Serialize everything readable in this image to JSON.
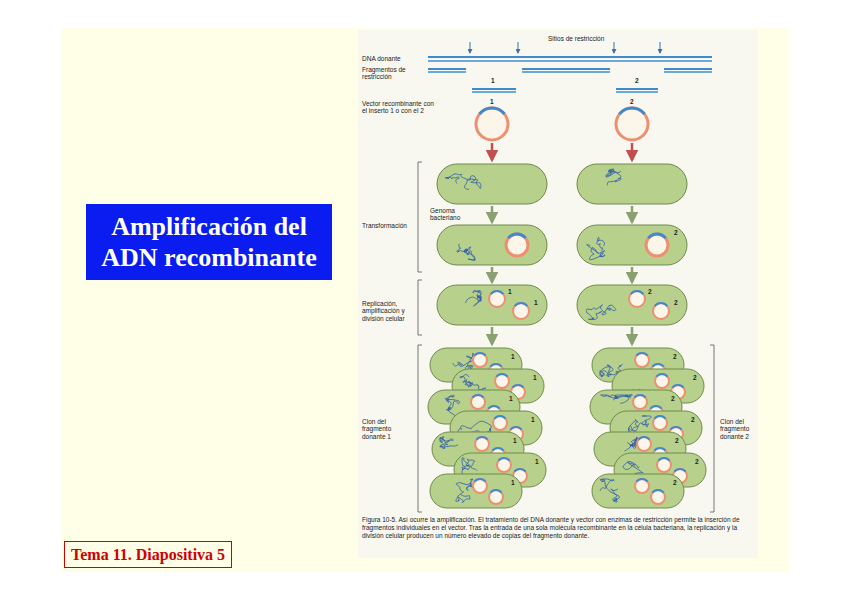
{
  "diagram": {
    "caption": "Figura 10-5. Así ocurre la amplificación. El tratamiento del DNA donante y vector con enzimas de restricción permite la inserción de fragmentos individuales en el vector. Tras la entrada de una sola molécula recombinante en la célula bacteriana, la replicación y la división celular producen un número elevado de copias del fragmento donante.",
    "nodes": [
      {
        "text": [
          "Amplificación del ADN recombinante"
        ]
      },
      {
        "text": [
          "Tema 11. Diapositiva 5"
        ]
      }
    ],
    "labels": [
      "Sitios de restricción",
      "DNA donante",
      "Fragmentos de restricción",
      "1",
      "2",
      "Vector recombinante con el inserto 1 o con el 2",
      "1",
      "2",
      "Transformación",
      "Genoma bacteriano",
      "2",
      "Replicación, amplificación y división celular",
      "1",
      "1",
      "2",
      "2",
      "1",
      "1",
      "1",
      "1",
      "1",
      "1",
      "1",
      "2",
      "2",
      "2",
      "2",
      "2",
      "2",
      "2",
      "Clon del fragmento donante 1",
      "Clon del fragmento donante 2"
    ]
  }
}
